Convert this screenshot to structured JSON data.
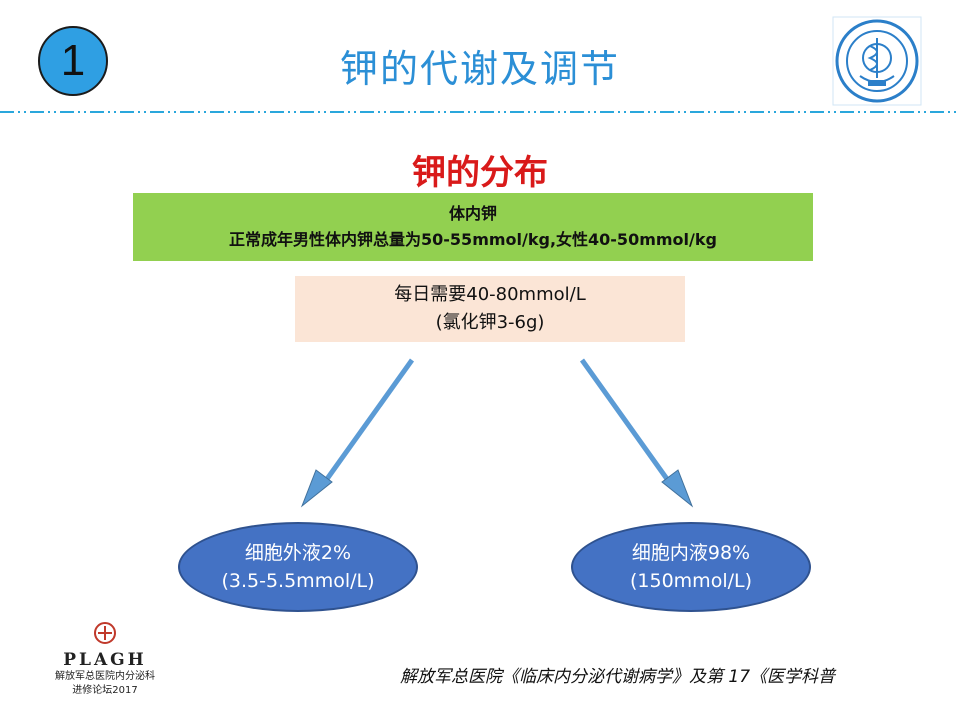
{
  "slide": {
    "badge_number": "1",
    "title": "钾的代谢及调节",
    "subtitle": "钾的分布"
  },
  "boxes": {
    "body_potassium": {
      "line1": "体内钾",
      "line2": "正常成年男性体内钾总量为50-55mmol/kg,女性40-50mmol/kg"
    },
    "daily_need": {
      "line1": "每日需要40-80mmol/L",
      "line2": "(氯化钾3-6g)"
    }
  },
  "distribution": {
    "extracellular": {
      "line1": "细胞外液2%",
      "line2": "(3.5-5.5mmol/L)"
    },
    "intracellular": {
      "line1": "细胞内液98%",
      "line2": "(150mmol/L)"
    }
  },
  "footer": {
    "logo_text": "PLAGH",
    "org_line1": "解放军总医院内分泌科",
    "org_line2": "进修论坛2017",
    "citation": "解放军总医院《临床内分泌代谢病学》及第 17《医学科普"
  },
  "colors": {
    "title_blue": "#2b8fd6",
    "subtitle_red": "#d91a1a",
    "green_box": "#92d050",
    "peach_box": "#fbe5d6",
    "ellipse_blue": "#4472c4",
    "arrow_blue": "#5b9bd5",
    "divider_blue": "#2aa7dc"
  }
}
